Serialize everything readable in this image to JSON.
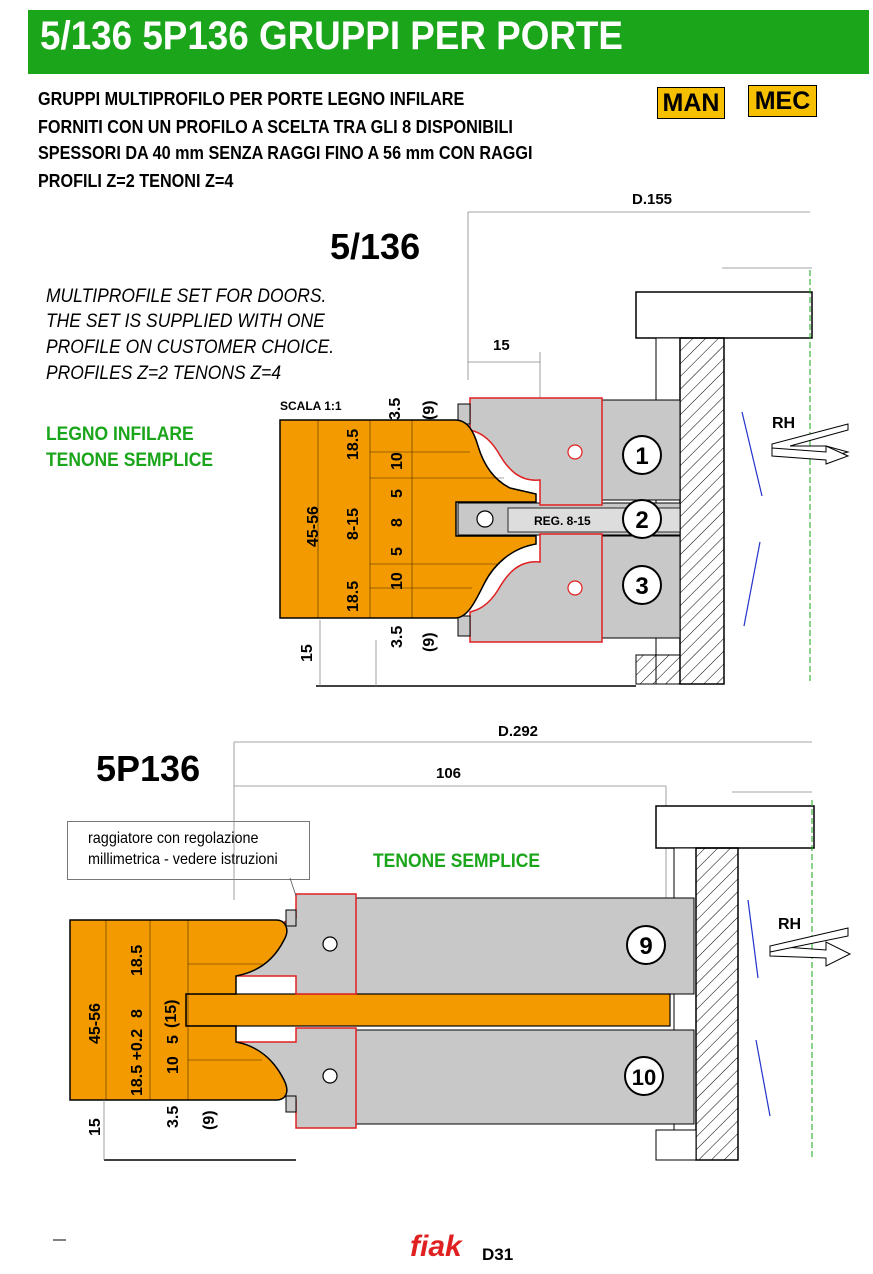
{
  "header": {
    "title": "5/136  5P136  GRUPPI PER PORTE"
  },
  "description": [
    "GRUPPI  MULTIPROFILO PER PORTE LEGNO INFILARE",
    "FORNITI CON UN PROFILO A SCELTA TRA GLI 8 DISPONIBILI",
    "SPESSORI DA 40 mm SENZA RAGGI FINO A 56 mm CON RAGGI",
    "PROFILI Z=2   TENONI Z=4"
  ],
  "badges": {
    "man": "MAN",
    "mec": "MEC"
  },
  "colors": {
    "banner": "#1aa51a",
    "badge": "#f6c000",
    "wood": "#f39a00",
    "cutter_border": "#e02020",
    "tool_grey": "#c8c8c8"
  },
  "section1": {
    "title": "5/136",
    "english": [
      "MULTIPROFILE SET FOR DOORS.",
      "THE SET IS SUPPLIED WITH ONE",
      "PROFILE ON CUSTOMER CHOICE.",
      "PROFILES Z=2  TENONS Z=4"
    ],
    "green": [
      "LEGNO INFILARE",
      "TENONE SEMPLICE"
    ],
    "scale": "SCALA 1:1",
    "diameter": "D.155",
    "dim_top": "15",
    "dim_left": "15",
    "thickness": "45-56",
    "dims_a": [
      "18.5",
      "8-15",
      "18.5"
    ],
    "dims_b": [
      "10",
      "5",
      "8",
      "5",
      "10"
    ],
    "dims_c_top": [
      "3.5",
      "(9)"
    ],
    "dims_c_bottom": [
      "3.5",
      "(9)"
    ],
    "reg": "REG. 8-15",
    "numbers": [
      "1",
      "2",
      "3"
    ],
    "rh": "RH"
  },
  "section2": {
    "title": "5P136",
    "note": [
      "raggiatore con regolazione",
      "millimetrica - vedere istruzioni"
    ],
    "green": "TENONE SEMPLICE",
    "diameter": "D.292",
    "dim_106": "106",
    "dim_left": "15",
    "thickness": "45-56",
    "dims_a": [
      "18.5",
      "18.5 +0.2"
    ],
    "dims_b": [
      "8",
      "5",
      "10"
    ],
    "dims_b15": "(15)",
    "dims_c": [
      "3.5",
      "(9)"
    ],
    "numbers": [
      "9",
      "10"
    ],
    "rh": "RH"
  },
  "footer": {
    "logo": "fiak",
    "page": "D31"
  }
}
